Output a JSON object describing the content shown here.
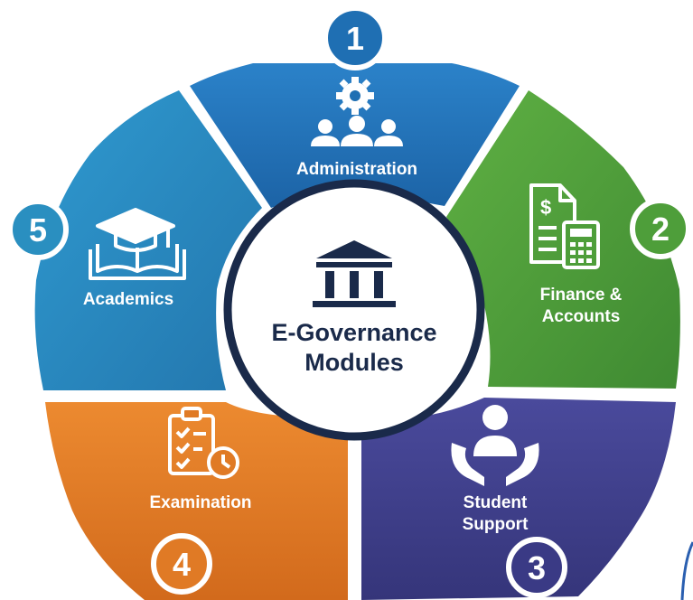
{
  "diagram": {
    "center": {
      "line1": "E-Governance",
      "line2": "Modules",
      "icon": "institution-building-icon",
      "color": "#1a2a4a"
    },
    "modules": [
      {
        "number": "1",
        "label_lines": [
          "Administration"
        ],
        "icon": "admin-gear-people-icon",
        "color": "#1f73b8"
      },
      {
        "number": "2",
        "label_lines": [
          "Finance &",
          "Accounts"
        ],
        "icon": "finance-document-calculator-icon",
        "color": "#4e9e3a"
      },
      {
        "number": "3",
        "label_lines": [
          "Student",
          "Support"
        ],
        "icon": "student-support-hands-icon",
        "color": "#3f3f8e"
      },
      {
        "number": "4",
        "label_lines": [
          "Examination"
        ],
        "icon": "exam-clipboard-clock-icon",
        "color": "#e07a25"
      },
      {
        "number": "5",
        "label_lines": [
          "Academics"
        ],
        "icon": "academics-graduation-book-icon",
        "color": "#2a8fc0"
      }
    ]
  }
}
